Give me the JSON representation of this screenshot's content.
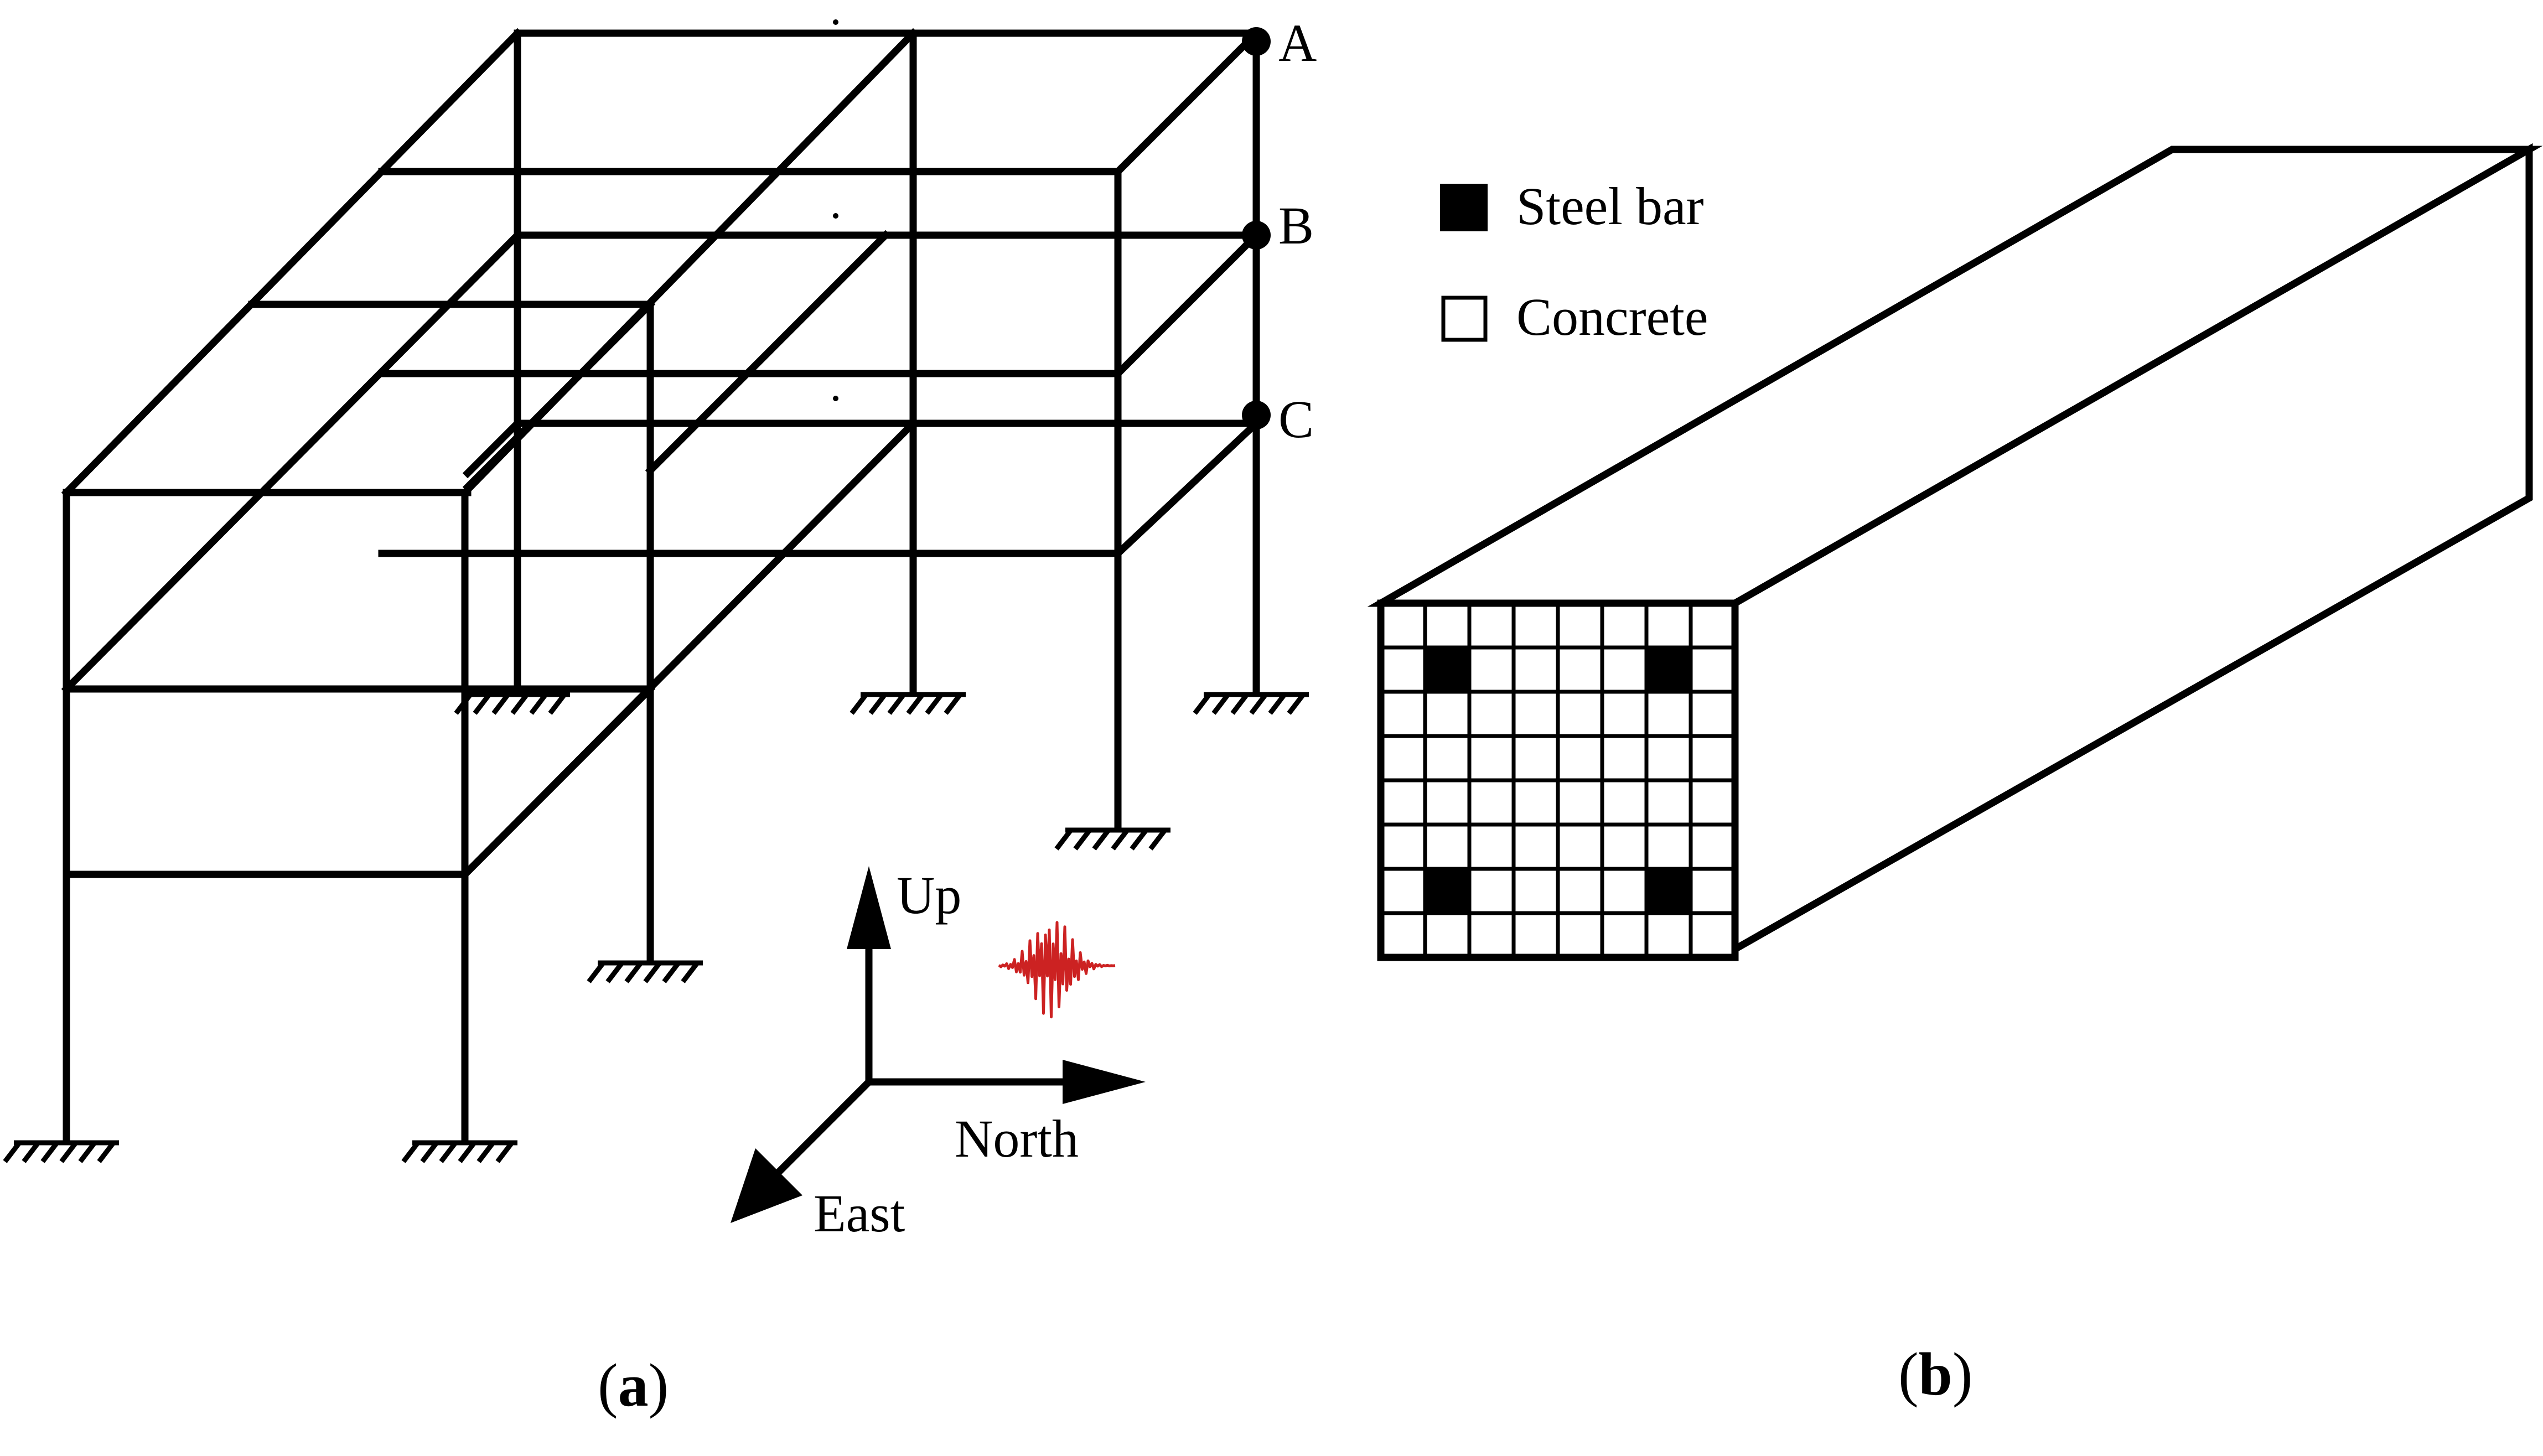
{
  "panel_a": {
    "caption_open": "(",
    "caption_letter": "a",
    "caption_close": ")",
    "points": [
      "A",
      "B",
      "C"
    ],
    "axes": {
      "up": "Up",
      "north": "North",
      "east": "East"
    },
    "ground_motion_color": "#cc2222"
  },
  "panel_b": {
    "caption_open": "(",
    "caption_letter": "b",
    "caption_close": ")",
    "legend": [
      {
        "label": "Steel bar",
        "symbol": "filled-square"
      },
      {
        "label": "Concrete",
        "symbol": "empty-square"
      }
    ],
    "grid_cells": 8,
    "steel_cells": [
      [
        1,
        1
      ],
      [
        1,
        6
      ],
      [
        6,
        1
      ],
      [
        6,
        6
      ]
    ]
  }
}
